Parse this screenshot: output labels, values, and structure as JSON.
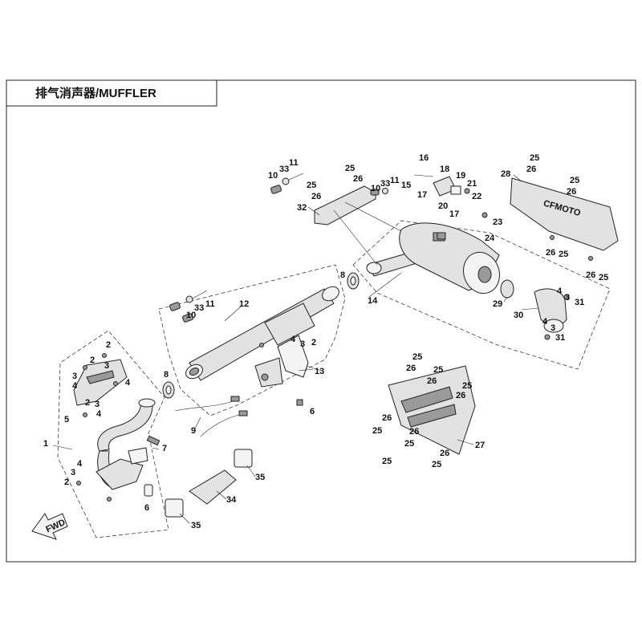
{
  "title": "排气消声器/MUFFLER",
  "direction_label": "FWD",
  "callouts": [
    {
      "label": "1"
    },
    {
      "label": "2"
    },
    {
      "label": "3"
    },
    {
      "label": "4"
    },
    {
      "label": "5"
    },
    {
      "label": "2"
    },
    {
      "label": "3"
    },
    {
      "label": "4"
    },
    {
      "label": "2"
    },
    {
      "label": "3"
    },
    {
      "label": "4"
    },
    {
      "label": "2"
    },
    {
      "label": "3"
    },
    {
      "label": "4"
    },
    {
      "label": "6"
    },
    {
      "label": "7"
    },
    {
      "label": "8"
    },
    {
      "label": "9"
    },
    {
      "label": "10"
    },
    {
      "label": "33"
    },
    {
      "label": "11"
    },
    {
      "label": "12"
    },
    {
      "label": "4"
    },
    {
      "label": "3"
    },
    {
      "label": "2"
    },
    {
      "label": "13"
    },
    {
      "label": "6"
    },
    {
      "label": "8"
    },
    {
      "label": "14"
    },
    {
      "label": "10"
    },
    {
      "label": "33"
    },
    {
      "label": "11"
    },
    {
      "label": "32"
    },
    {
      "label": "25"
    },
    {
      "label": "26"
    },
    {
      "label": "25"
    },
    {
      "label": "26"
    },
    {
      "label": "10"
    },
    {
      "label": "33"
    },
    {
      "label": "11"
    },
    {
      "label": "15"
    },
    {
      "label": "16"
    },
    {
      "label": "17"
    },
    {
      "label": "18"
    },
    {
      "label": "19"
    },
    {
      "label": "21"
    },
    {
      "label": "22"
    },
    {
      "label": "20"
    },
    {
      "label": "17"
    },
    {
      "label": "23"
    },
    {
      "label": "24"
    },
    {
      "label": "25"
    },
    {
      "label": "26"
    },
    {
      "label": "28"
    },
    {
      "label": "25"
    },
    {
      "label": "26"
    },
    {
      "label": "26"
    },
    {
      "label": "25"
    },
    {
      "label": "26"
    },
    {
      "label": "25"
    },
    {
      "label": "29"
    },
    {
      "label": "30"
    },
    {
      "label": "4"
    },
    {
      "label": "3"
    },
    {
      "label": "31"
    },
    {
      "label": "4"
    },
    {
      "label": "3"
    },
    {
      "label": "31"
    },
    {
      "label": "25"
    },
    {
      "label": "26"
    },
    {
      "label": "25"
    },
    {
      "label": "26"
    },
    {
      "label": "25"
    },
    {
      "label": "26"
    },
    {
      "label": "26"
    },
    {
      "label": "25"
    },
    {
      "label": "26"
    },
    {
      "label": "25"
    },
    {
      "label": "27"
    },
    {
      "label": "26"
    },
    {
      "label": "25"
    },
    {
      "label": "25"
    },
    {
      "label": "34"
    },
    {
      "label": "35"
    },
    {
      "label": "35"
    }
  ]
}
